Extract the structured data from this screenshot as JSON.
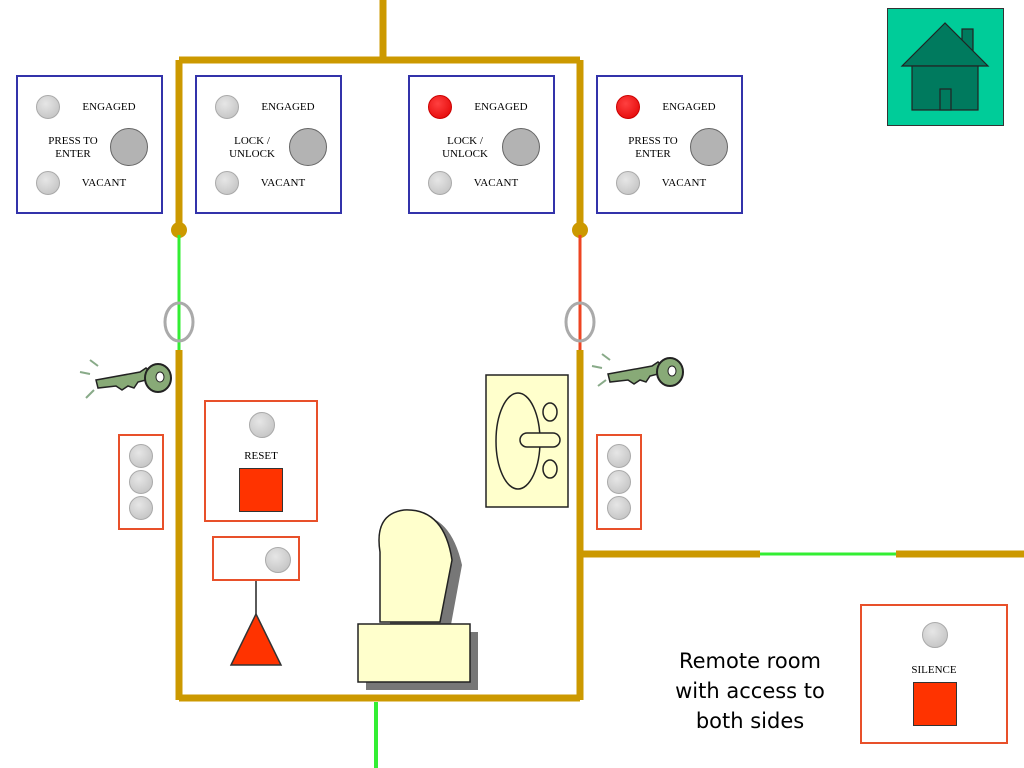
{
  "panels": {
    "door_left_outer": {
      "engaged": "ENGAGED",
      "button": "PRESS TO\nENTER",
      "vacant": "VACANT",
      "engaged_on": false
    },
    "door_left_inner": {
      "engaged": "ENGAGED",
      "button": "LOCK /\nUNLOCK",
      "vacant": "VACANT",
      "engaged_on": false
    },
    "door_right_inner": {
      "engaged": "ENGAGED",
      "button": "LOCK /\nUNLOCK",
      "vacant": "VACANT",
      "engaged_on": true
    },
    "door_right_outer": {
      "engaged": "ENGAGED",
      "button": "PRESS TO\nENTER",
      "vacant": "VACANT",
      "engaged_on": true
    }
  },
  "reset_panel": {
    "label": "RESET"
  },
  "silence_panel": {
    "label": "SILENCE"
  },
  "caption": "Remote room\nwith access to\nboth sides",
  "colors": {
    "wall": "#cc9900",
    "door_open": "#33ee33",
    "door_locked": "#ee4422",
    "panel_blue": "#3333aa",
    "panel_red": "#e8502a",
    "alarm": "#ff3300",
    "home_button": "#00cc99"
  },
  "icons": {
    "home": "house-icon",
    "key": "key-icon",
    "alarm_triangle": "warning-triangle-icon"
  }
}
